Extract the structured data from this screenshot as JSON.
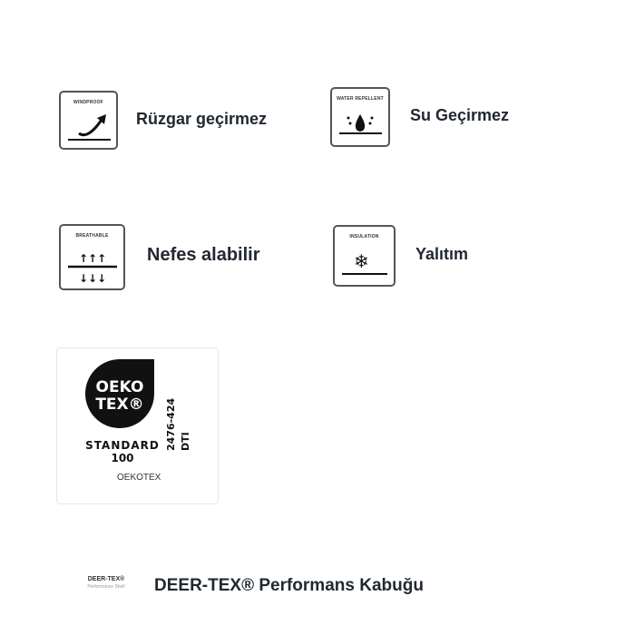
{
  "features": [
    {
      "icon_caption": "WINDPROOF",
      "label": "Rüzgar geçirmez",
      "icon": "windproof-icon"
    },
    {
      "icon_caption": "WATER REPELLENT",
      "label": "Su Geçirmez",
      "icon": "water-repellent-icon"
    },
    {
      "icon_caption": "BREATHABLE",
      "label": "Nefes alabilir",
      "icon": "breathable-icon"
    },
    {
      "icon_caption": "INSULATION",
      "label": "Yalıtım",
      "icon": "insulation-icon"
    }
  ],
  "oekotex": {
    "logo_line1": "OEKO",
    "logo_line2": "TEX®",
    "standard": "STANDARD",
    "number": "100",
    "cert": "2476-424",
    "institute": "DTI",
    "caption": "OEKOTEX"
  },
  "deertex": {
    "logo_title": "DEER-TEX®",
    "logo_sub": "Performance Shell",
    "label": "DEER-TEX® Performans Kabuğu"
  }
}
